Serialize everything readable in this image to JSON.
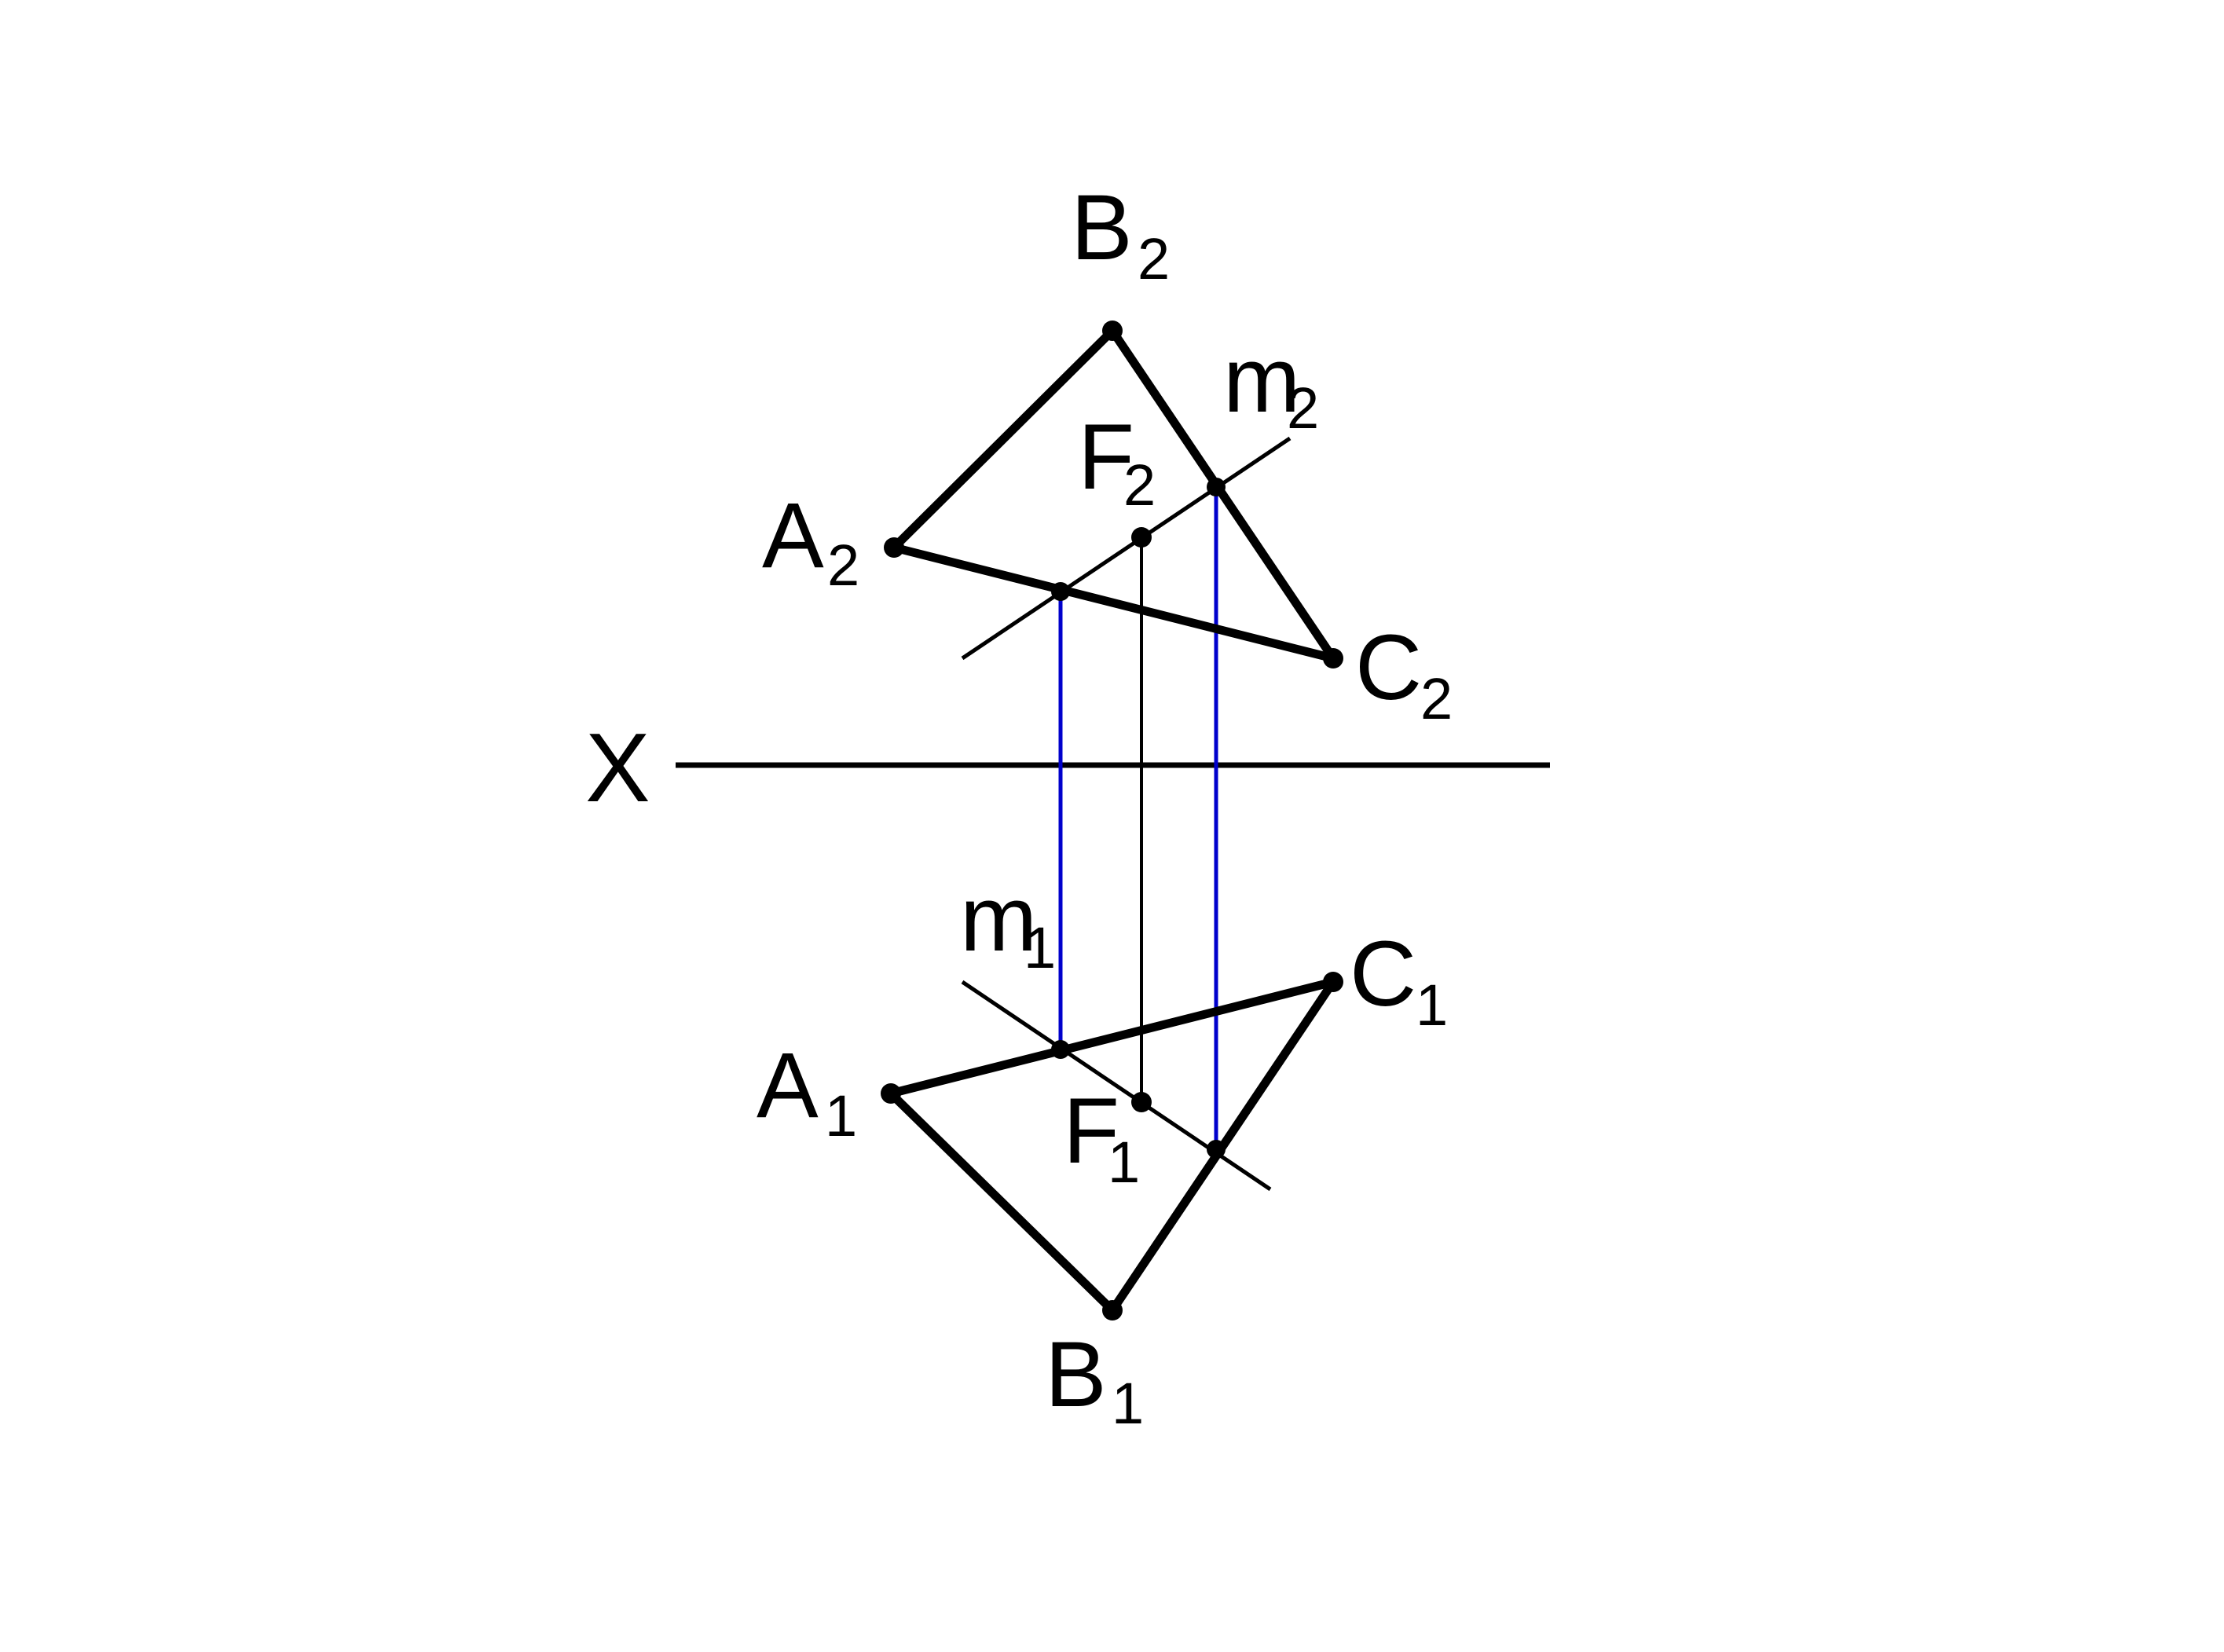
{
  "axis": {
    "label": "X"
  },
  "frontal_projection": {
    "points": {
      "a2": {
        "letter": "A",
        "index": "2"
      },
      "b2": {
        "letter": "B",
        "index": "2"
      },
      "c2": {
        "letter": "C",
        "index": "2"
      },
      "f2": {
        "letter": "F",
        "index": "2"
      }
    },
    "line": {
      "letter": "m",
      "index": "2"
    }
  },
  "horizontal_projection": {
    "points": {
      "a1": {
        "letter": "A",
        "index": "1"
      },
      "b1": {
        "letter": "B",
        "index": "1"
      },
      "c1": {
        "letter": "C",
        "index": "1"
      },
      "f1": {
        "letter": "F",
        "index": "1"
      }
    },
    "line": {
      "letter": "m",
      "index": "1"
    }
  },
  "colors": {
    "ink": "#000000",
    "projection_link": "#0000cc",
    "background": "#ffffff"
  }
}
